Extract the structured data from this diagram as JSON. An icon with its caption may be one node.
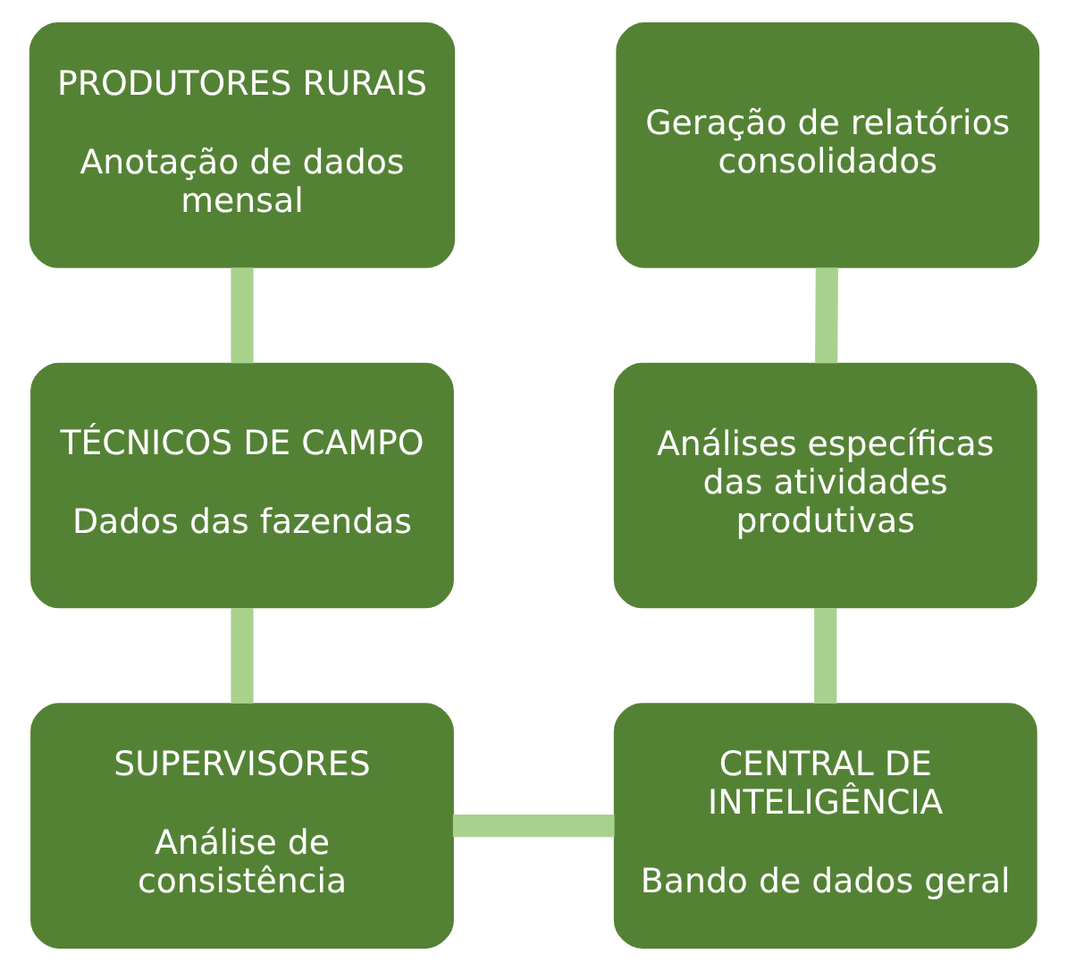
{
  "diagram": {
    "nodes": [
      {
        "text": [
          "PRODUTORES RURAIS",
          "Anotação de dados mensal"
        ]
      },
      {
        "text": [
          "TÉCNICOS DE CAMPO",
          "Dados das fazendas"
        ]
      },
      {
        "text": [
          "SUPERVISORES",
          "Análise de consistência"
        ]
      },
      {
        "text": [
          "CENTRAL DE INTELIGÊNCIA",
          "Bando de dados geral"
        ]
      },
      {
        "text": [
          "Análises específicas das atividades produtivas"
        ]
      },
      {
        "text": [
          "Geração de relatórios consolidados"
        ]
      }
    ],
    "edges": [
      {
        "from": 0,
        "to": 1,
        "arrow": "none"
      },
      {
        "from": 1,
        "to": 2,
        "arrow": "none"
      },
      {
        "from": 2,
        "to": 3,
        "arrow": "none"
      },
      {
        "from": 3,
        "to": 4,
        "arrow": "none"
      },
      {
        "from": 4,
        "to": 5,
        "arrow": "none"
      }
    ]
  }
}
